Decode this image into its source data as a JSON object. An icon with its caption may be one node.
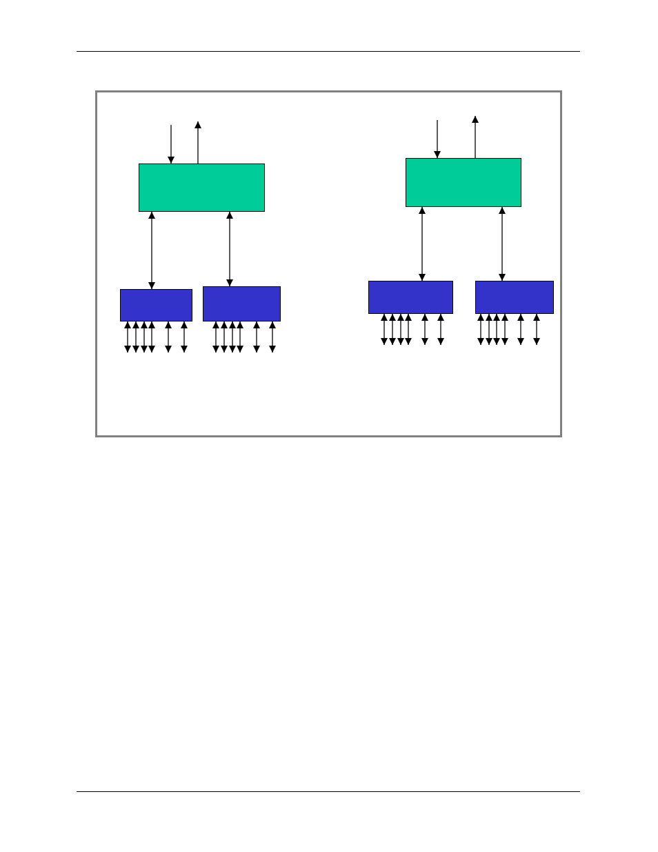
{
  "diagram": {
    "nodes": [
      {
        "text": [],
        "shape": "box"
      },
      {
        "text": [],
        "shape": "box"
      },
      {
        "text": [],
        "shape": "box"
      },
      {
        "text": [],
        "shape": "box"
      },
      {
        "text": [],
        "shape": "box"
      },
      {
        "text": [],
        "shape": "box"
      }
    ],
    "edges": [
      {
        "from": null,
        "to": 0,
        "arrow": "to"
      },
      {
        "from": 0,
        "to": null,
        "arrow": "to"
      },
      {
        "from": 0,
        "to": 1,
        "arrow": "both"
      },
      {
        "from": 0,
        "to": 2,
        "arrow": "both"
      },
      {
        "from": 1,
        "to": null,
        "arrow": "both"
      },
      {
        "from": 1,
        "to": null,
        "arrow": "both"
      },
      {
        "from": 1,
        "to": null,
        "arrow": "both"
      },
      {
        "from": 1,
        "to": null,
        "arrow": "both"
      },
      {
        "from": 1,
        "to": null,
        "arrow": "both"
      },
      {
        "from": 1,
        "to": null,
        "arrow": "both"
      },
      {
        "from": 2,
        "to": null,
        "arrow": "both"
      },
      {
        "from": 2,
        "to": null,
        "arrow": "both"
      },
      {
        "from": 2,
        "to": null,
        "arrow": "both"
      },
      {
        "from": 2,
        "to": null,
        "arrow": "both"
      },
      {
        "from": 2,
        "to": null,
        "arrow": "both"
      },
      {
        "from": 2,
        "to": null,
        "arrow": "both"
      },
      {
        "from": null,
        "to": 3,
        "arrow": "to"
      },
      {
        "from": 3,
        "to": null,
        "arrow": "to"
      },
      {
        "from": 3,
        "to": 4,
        "arrow": "both"
      },
      {
        "from": 3,
        "to": 5,
        "arrow": "both"
      },
      {
        "from": 4,
        "to": null,
        "arrow": "both"
      },
      {
        "from": 4,
        "to": null,
        "arrow": "both"
      },
      {
        "from": 4,
        "to": null,
        "arrow": "both"
      },
      {
        "from": 4,
        "to": null,
        "arrow": "both"
      },
      {
        "from": 4,
        "to": null,
        "arrow": "both"
      },
      {
        "from": 4,
        "to": null,
        "arrow": "both"
      },
      {
        "from": 5,
        "to": null,
        "arrow": "both"
      },
      {
        "from": 5,
        "to": null,
        "arrow": "both"
      },
      {
        "from": 5,
        "to": null,
        "arrow": "both"
      },
      {
        "from": 5,
        "to": null,
        "arrow": "both"
      },
      {
        "from": 5,
        "to": null,
        "arrow": "both"
      },
      {
        "from": 5,
        "to": null,
        "arrow": "both"
      }
    ]
  }
}
